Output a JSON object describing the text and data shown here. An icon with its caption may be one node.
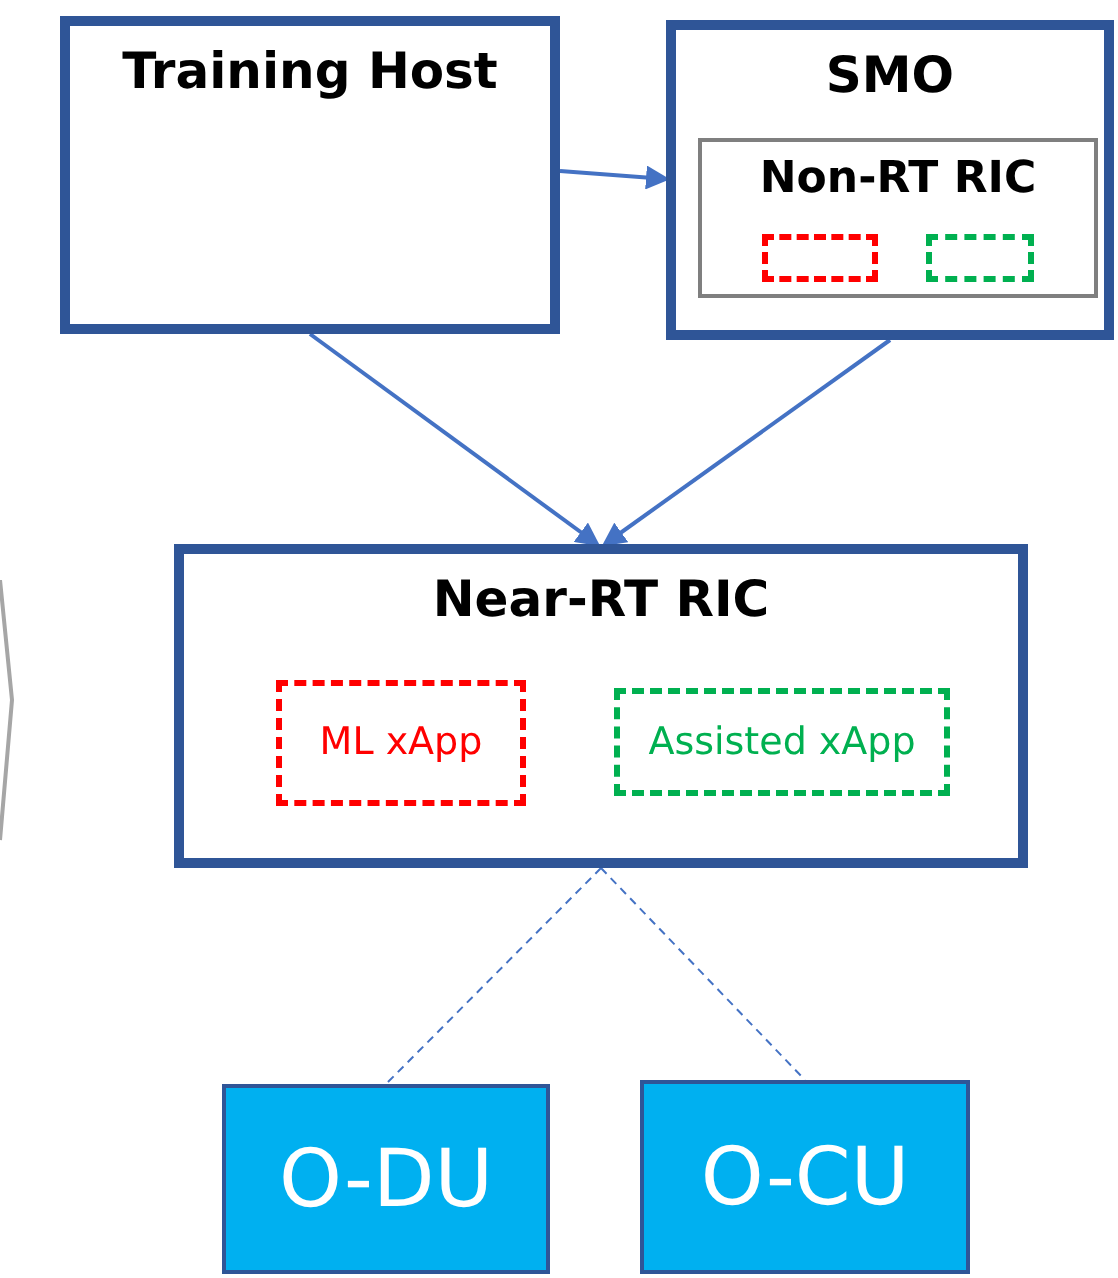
{
  "diagram": {
    "nodes": [
      {
        "text": [
          "Training Host"
        ]
      },
      {
        "text": [
          "SMO"
        ]
      },
      {
        "text": [
          "Non-RT RIC"
        ],
        "in": 1
      },
      {
        "text": [],
        "shape": "box",
        "in": 2
      },
      {
        "text": [],
        "shape": "box",
        "in": 2
      },
      {
        "text": [
          "Near-RT RIC"
        ]
      },
      {
        "text": [
          "ML xApp"
        ],
        "in": 5
      },
      {
        "text": [
          "Assisted xApp"
        ],
        "in": 5
      },
      {
        "text": [
          "O-DU"
        ]
      },
      {
        "text": [
          "O-CU"
        ]
      }
    ],
    "edges": [
      {
        "from": 0,
        "to": 1,
        "arrow": "to"
      },
      {
        "from": 0,
        "to": 5,
        "arrow": "to"
      },
      {
        "from": 1,
        "to": 5,
        "arrow": "to"
      },
      {
        "from": 5,
        "to": 8,
        "arrow": "none",
        "style": "dashed"
      },
      {
        "from": 5,
        "to": 9,
        "arrow": "none",
        "style": "dashed"
      }
    ]
  }
}
